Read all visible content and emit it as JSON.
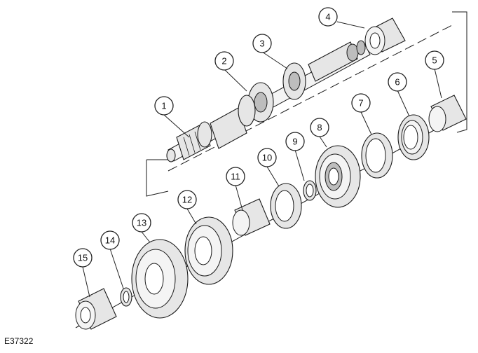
{
  "figure": {
    "reference_code": "E37322",
    "callouts": [
      "1",
      "2",
      "3",
      "4",
      "5",
      "6",
      "7",
      "8",
      "9",
      "10",
      "11",
      "12",
      "13",
      "14",
      "15"
    ]
  }
}
